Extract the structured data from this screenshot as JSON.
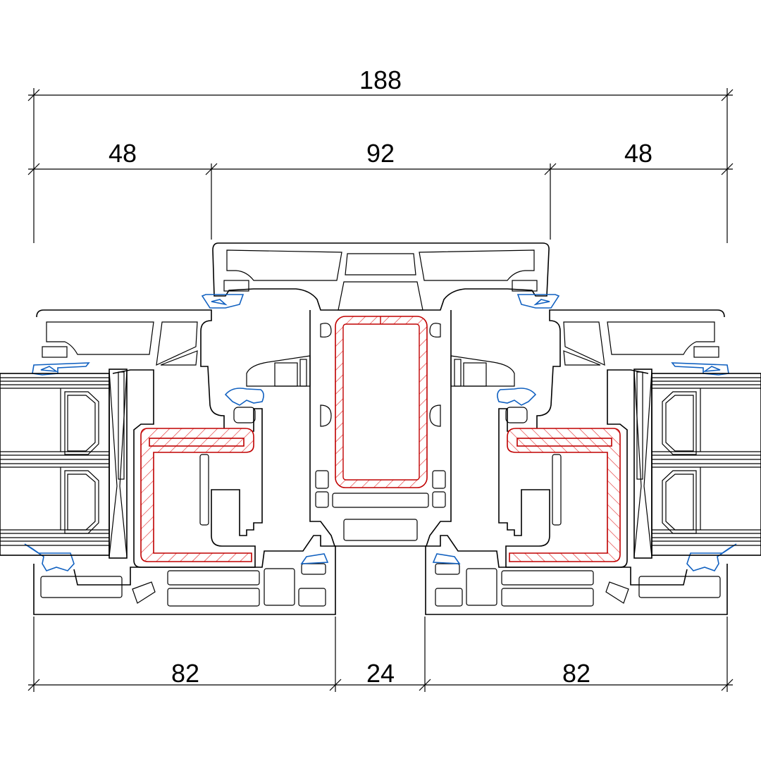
{
  "drawing": {
    "title": "Sliding window profile cross-section",
    "dimensions_top": {
      "overall": "188",
      "left_segment": "48",
      "middle_segment": "92",
      "right_segment": "48"
    },
    "dimensions_bottom": {
      "left_segment": "82",
      "middle_segment": "24",
      "right_segment": "82"
    },
    "colors": {
      "profile_outline": "#000000",
      "gasket": "#1060c0",
      "steel_reinforcement": "#c00000"
    }
  }
}
